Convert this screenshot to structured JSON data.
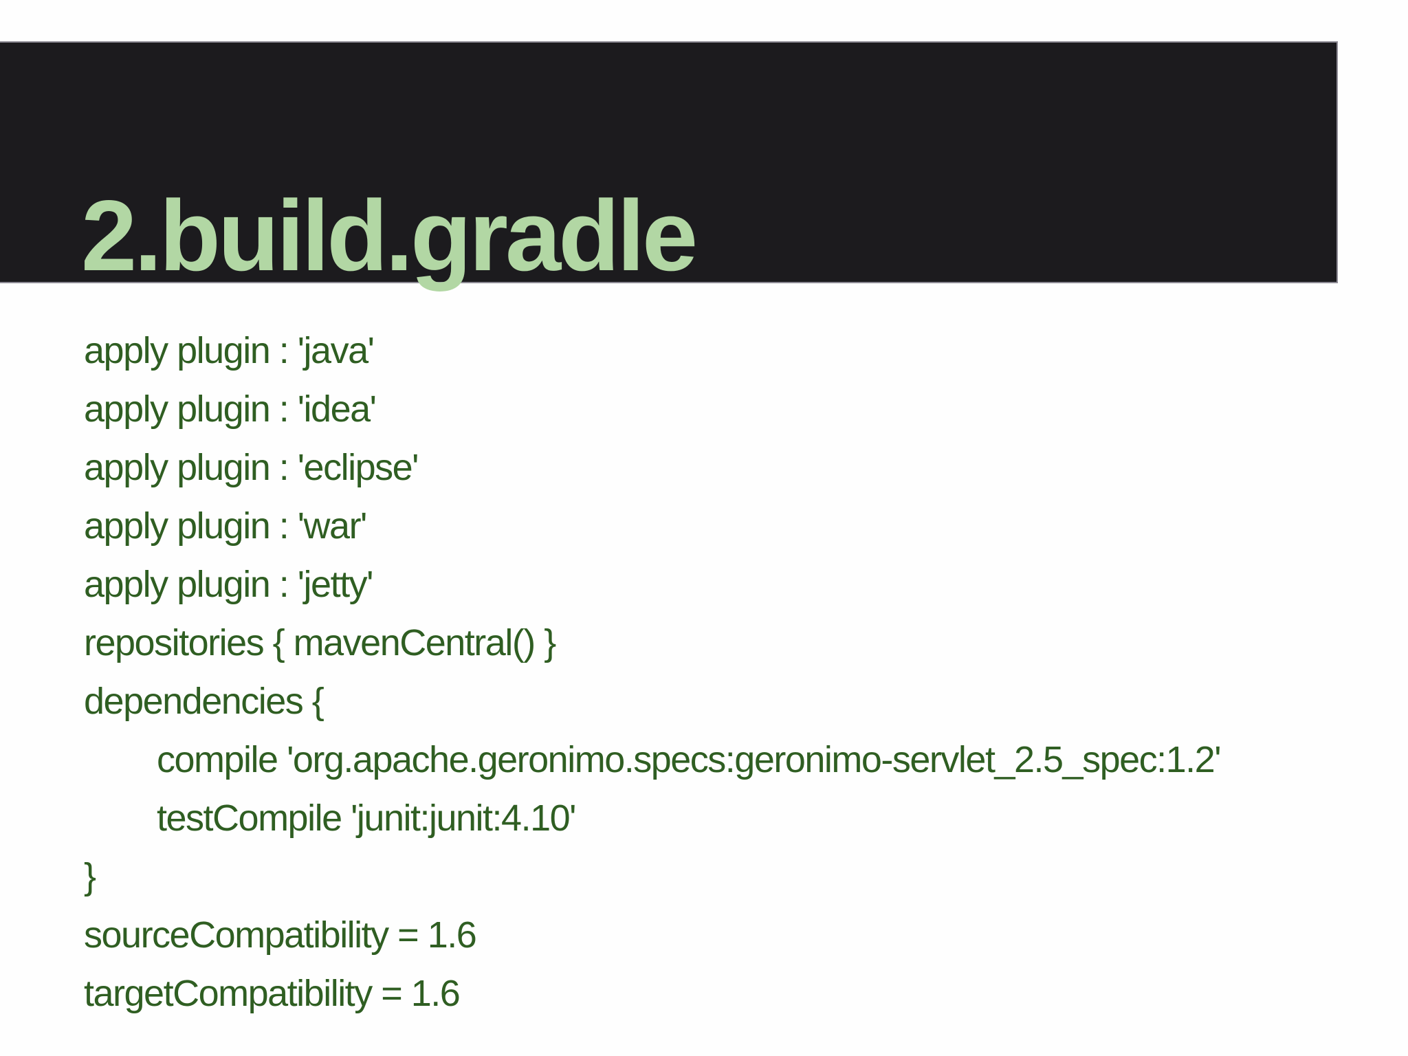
{
  "slide": {
    "title": "2.build.gradle",
    "colors": {
      "page_bg": "#fefefe",
      "banner_bg": "#1c1b1e",
      "banner_border": "#8d8a94",
      "title_text": "#b2d7a4",
      "code_text": "#2f5e22"
    },
    "code_lines": [
      {
        "text": "apply plugin : 'java'",
        "indent": 0
      },
      {
        "text": "apply plugin : 'idea'",
        "indent": 0
      },
      {
        "text": "apply plugin : 'eclipse'",
        "indent": 0
      },
      {
        "text": "apply plugin : 'war'",
        "indent": 0
      },
      {
        "text": "apply plugin : 'jetty'",
        "indent": 0
      },
      {
        "text": "repositories { mavenCentral() }",
        "indent": 0
      },
      {
        "text": "dependencies {",
        "indent": 0
      },
      {
        "text": "compile 'org.apache.geronimo.specs:geronimo-servlet_2.5_spec:1.2'",
        "indent": 1
      },
      {
        "text": "testCompile 'junit:junit:4.10'",
        "indent": 1
      },
      {
        "text": "}",
        "indent": 0
      },
      {
        "text": "sourceCompatibility = 1.6",
        "indent": 0
      },
      {
        "text": "targetCompatibility = 1.6",
        "indent": 0
      }
    ]
  }
}
